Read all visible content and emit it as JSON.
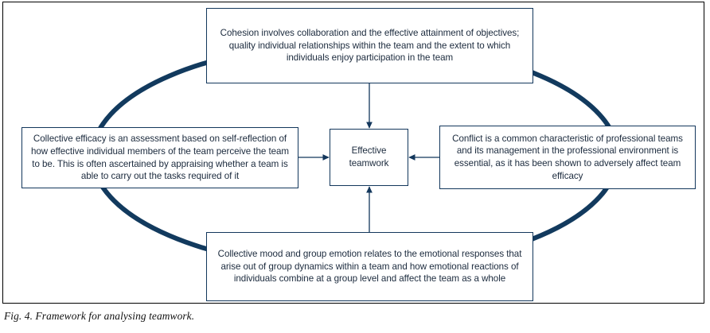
{
  "figure": {
    "caption": "Fig. 4. Framework for analysing teamwork.",
    "accent_color": "#13375c",
    "ellipse_color": "#123a5e",
    "frame_color": "#000000",
    "text_color": "#1b2a3d"
  },
  "nodes": {
    "center": {
      "id": "effective-teamwork",
      "text": "Effective\nteamwork",
      "line1": "Effective",
      "line2": "teamwork"
    },
    "top": {
      "id": "cohesion",
      "text": "Cohesion involves collaboration and the effective attainment of objectives; quality individual relationships within the team and the extent to which individuals enjoy participation in the team",
      "lines": [
        "Cohesion involves collaboration and the effective attainment",
        "of objectives; quality individual relationships within the team",
        "and the extent to which individuals enjoy participation in the team"
      ]
    },
    "left": {
      "id": "collective-efficacy",
      "text": "Collective efficacy is an assessment based on self-reflection of how effective individual members of the team perceive the team to be. This is often ascertained by appraising whether a team is able to carry out the tasks required of it",
      "lines": [
        "Collective efficacy is an assessment based on self-reflection",
        "of how effective individual members of the team perceive the",
        "team to be. This is often ascertained by appraising whether",
        "a team is able to carry out the tasks required of it"
      ]
    },
    "right": {
      "id": "conflict",
      "text": "Conflict is a common  characteristic of professional teams and its management in the professional environment is essential, as it has been shown to adversely affect team efficacy",
      "lines": [
        "Conflict is a common  characteristic of professional",
        "teams and its management in the professional",
        "environment is essential, as it has been shown to",
        "adversely affect team efficacy"
      ]
    },
    "bottom": {
      "id": "collective-mood",
      "text": "Collective mood and group emotion relates to the emotional responses that arise out of group dynamics within a team and how emotional reactions of individuals combine at a group level and affect the team as a whole",
      "lines": [
        "Collective mood and group emotion relates to the",
        "emotional responses that arise out of group dynamics",
        "within a team and how emotional reactions of individuals",
        "combine at a group level and affect the team as a whole"
      ]
    }
  },
  "connectors": [
    {
      "name": "arrow-top-to-center",
      "from": "top",
      "to": "center",
      "direction": "down"
    },
    {
      "name": "arrow-left-to-center",
      "from": "left",
      "to": "center",
      "direction": "right"
    },
    {
      "name": "arrow-right-to-center",
      "from": "right",
      "to": "center",
      "direction": "left"
    },
    {
      "name": "arrow-bottom-to-center",
      "from": "bottom",
      "to": "center",
      "direction": "up"
    }
  ]
}
